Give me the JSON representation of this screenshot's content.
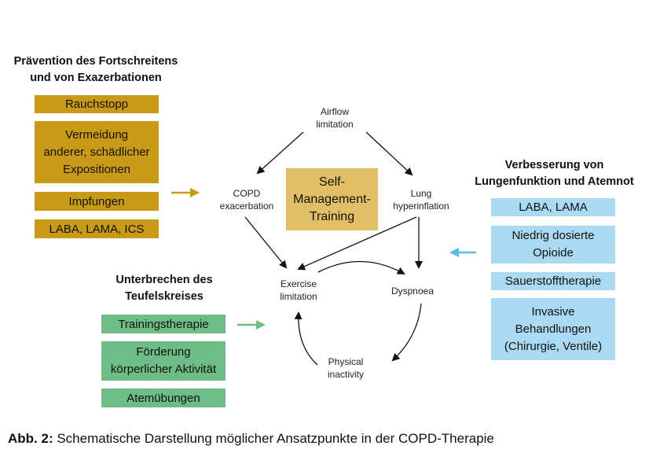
{
  "left_group": {
    "heading": "Prävention des Fortschreitens\nund von Exazerbationen",
    "items": [
      "Rauchstopp",
      "Vermeidung\nanderer, schädlicher\nExpositionen",
      "Impfungen",
      "LABA, LAMA, ICS"
    ],
    "color": "#c99a17"
  },
  "right_group": {
    "heading": "Verbesserung von\nLungenfunktion und Atemnot",
    "items": [
      "LABA, LAMA",
      "Niedrig dosierte\nOpioide",
      "Sauerstofftherapie",
      "Invasive\nBehandlungen\n(Chirurgie, Ventile)"
    ],
    "color": "#a9daf2"
  },
  "bottom_group": {
    "heading": "Unterbrechen des\nTeufelskreises",
    "items": [
      "Trainingstherapie",
      "Förderung\nkörperlicher Aktivität",
      "Atemübungen"
    ],
    "color": "#6fbd86"
  },
  "center": {
    "label": "Self-\nManagement-\nTraining",
    "color": "#e2bf66"
  },
  "cycle_nodes": {
    "airflow": "Airflow\nlimitation",
    "copd": "COPD\nexacerbation",
    "lung": "Lung\nhyperinflation",
    "exercise": "Exercise\nlimitation",
    "dyspnoea": "Dyspnoea",
    "physical": "Physical\ninactivity"
  },
  "caption": {
    "prefix": "Abb. 2:",
    "text": " Schematische Darstellung möglicher Ansatzpunkte in der COPD-Therapie"
  }
}
